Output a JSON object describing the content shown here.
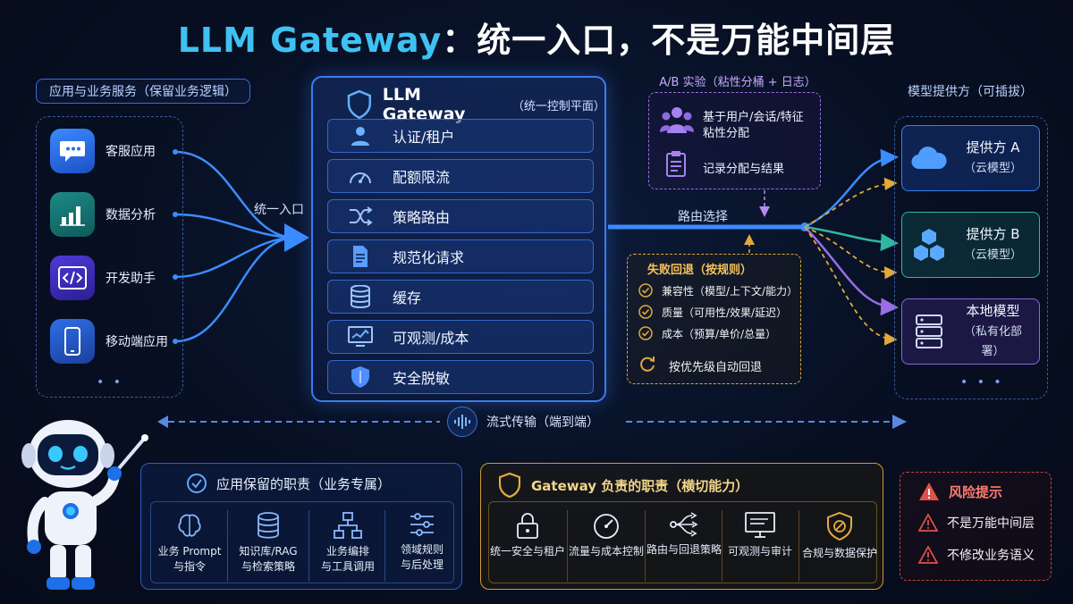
{
  "title": {
    "en": "LLM Gateway",
    "zh": "：统一入口，不是万能中间层"
  },
  "apps": {
    "header": "应用与业务服务（保留业务逻辑）",
    "items": [
      {
        "label": "客服应用",
        "icon": "chat-icon"
      },
      {
        "label": "数据分析",
        "icon": "bar-chart-icon"
      },
      {
        "label": "开发助手",
        "icon": "code-icon"
      },
      {
        "label": "移动端应用",
        "icon": "phone-icon"
      }
    ],
    "more": "• •"
  },
  "flow": {
    "entry_label": "统一入口",
    "route_label": "路由选择",
    "stream_label": "流式传输（端到端）"
  },
  "gateway": {
    "title": "LLM Gateway",
    "subtitle": "（统一控制平面）",
    "rows": [
      {
        "label": "认证/租户",
        "icon": "user-icon"
      },
      {
        "label": "配额限流",
        "icon": "gauge-icon"
      },
      {
        "label": "策略路由",
        "icon": "shuffle-icon"
      },
      {
        "label": "规范化请求",
        "icon": "document-icon"
      },
      {
        "label": "缓存",
        "icon": "database-icon"
      },
      {
        "label": "可观测/成本",
        "icon": "monitor-chart-icon"
      },
      {
        "label": "安全脱敏",
        "icon": "shield-icon"
      }
    ]
  },
  "ab_test": {
    "title": "A/B 实验（粘性分桶 + 日志）",
    "line1": "基于用户/会话/特征",
    "line2": "粘性分配",
    "line3": "记录分配与结果"
  },
  "fallback": {
    "title": "失败回退（按规则）",
    "items": [
      "兼容性（模型/上下文/能力）",
      "质量（可用性/效果/延迟）",
      "成本（预算/单价/总量）"
    ],
    "auto": "按优先级自动回退"
  },
  "providers": {
    "header": "模型提供方（可插拔）",
    "items": [
      {
        "name": "提供方 A",
        "sub": "（云模型）",
        "icon": "cloud-icon"
      },
      {
        "name": "提供方 B",
        "sub": "（云模型）",
        "icon": "hexagons-icon"
      },
      {
        "name": "本地模型",
        "sub": "（私有化部署）",
        "icon": "server-icon"
      }
    ],
    "more": "• • •"
  },
  "app_duties": {
    "title": "应用保留的职责（业务专属）",
    "cells": [
      {
        "l1": "业务 Prompt",
        "l2": "与指令"
      },
      {
        "l1": "知识库/RAG",
        "l2": "与检索策略"
      },
      {
        "l1": "业务编排",
        "l2": "与工具调用"
      },
      {
        "l1": "领域规则",
        "l2": "与后处理"
      }
    ]
  },
  "gw_duties": {
    "title": "Gateway 负责的职责（横切能力）",
    "cells": [
      "统一安全与租户",
      "流量与成本控制",
      "路由与回退策略",
      "可观测与审计",
      "合规与数据保护"
    ]
  },
  "risk": {
    "title": "风险提示",
    "items": [
      "不是万能中间层",
      "不修改业务语义"
    ]
  },
  "colors": {
    "accent": "#3fc1f2",
    "gateway_border": "#3a7cf0",
    "ab_purple": "#9a6ce6",
    "fallback_gold": "#e0a93a",
    "provider_teal": "#2fb7a0",
    "risk_red": "#e0504a"
  }
}
